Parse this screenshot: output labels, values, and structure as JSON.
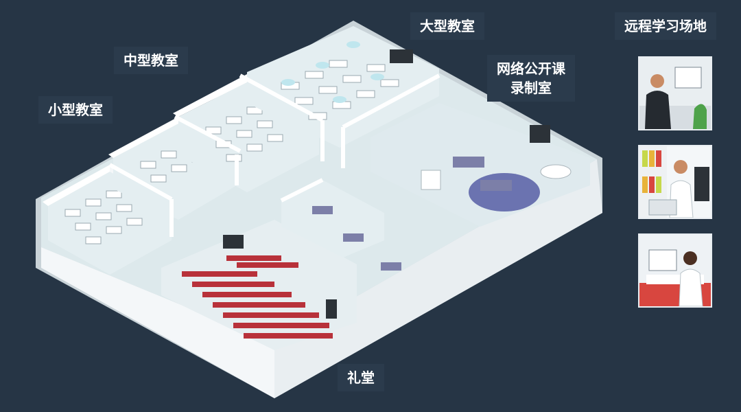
{
  "labels": {
    "small_classroom": "小型教室",
    "medium_classroom": "中型教室",
    "large_classroom": "大型教室",
    "recording_room_line1": "网络公开课",
    "recording_room_line2": "录制室",
    "remote_learning": "远程学习场地",
    "auditorium": "礼堂"
  },
  "colors": {
    "background": "#263545",
    "floor": "#d9e6ea",
    "wall": "#ffffff",
    "seat": "#b8313a",
    "carpet": "#6b73b0"
  }
}
